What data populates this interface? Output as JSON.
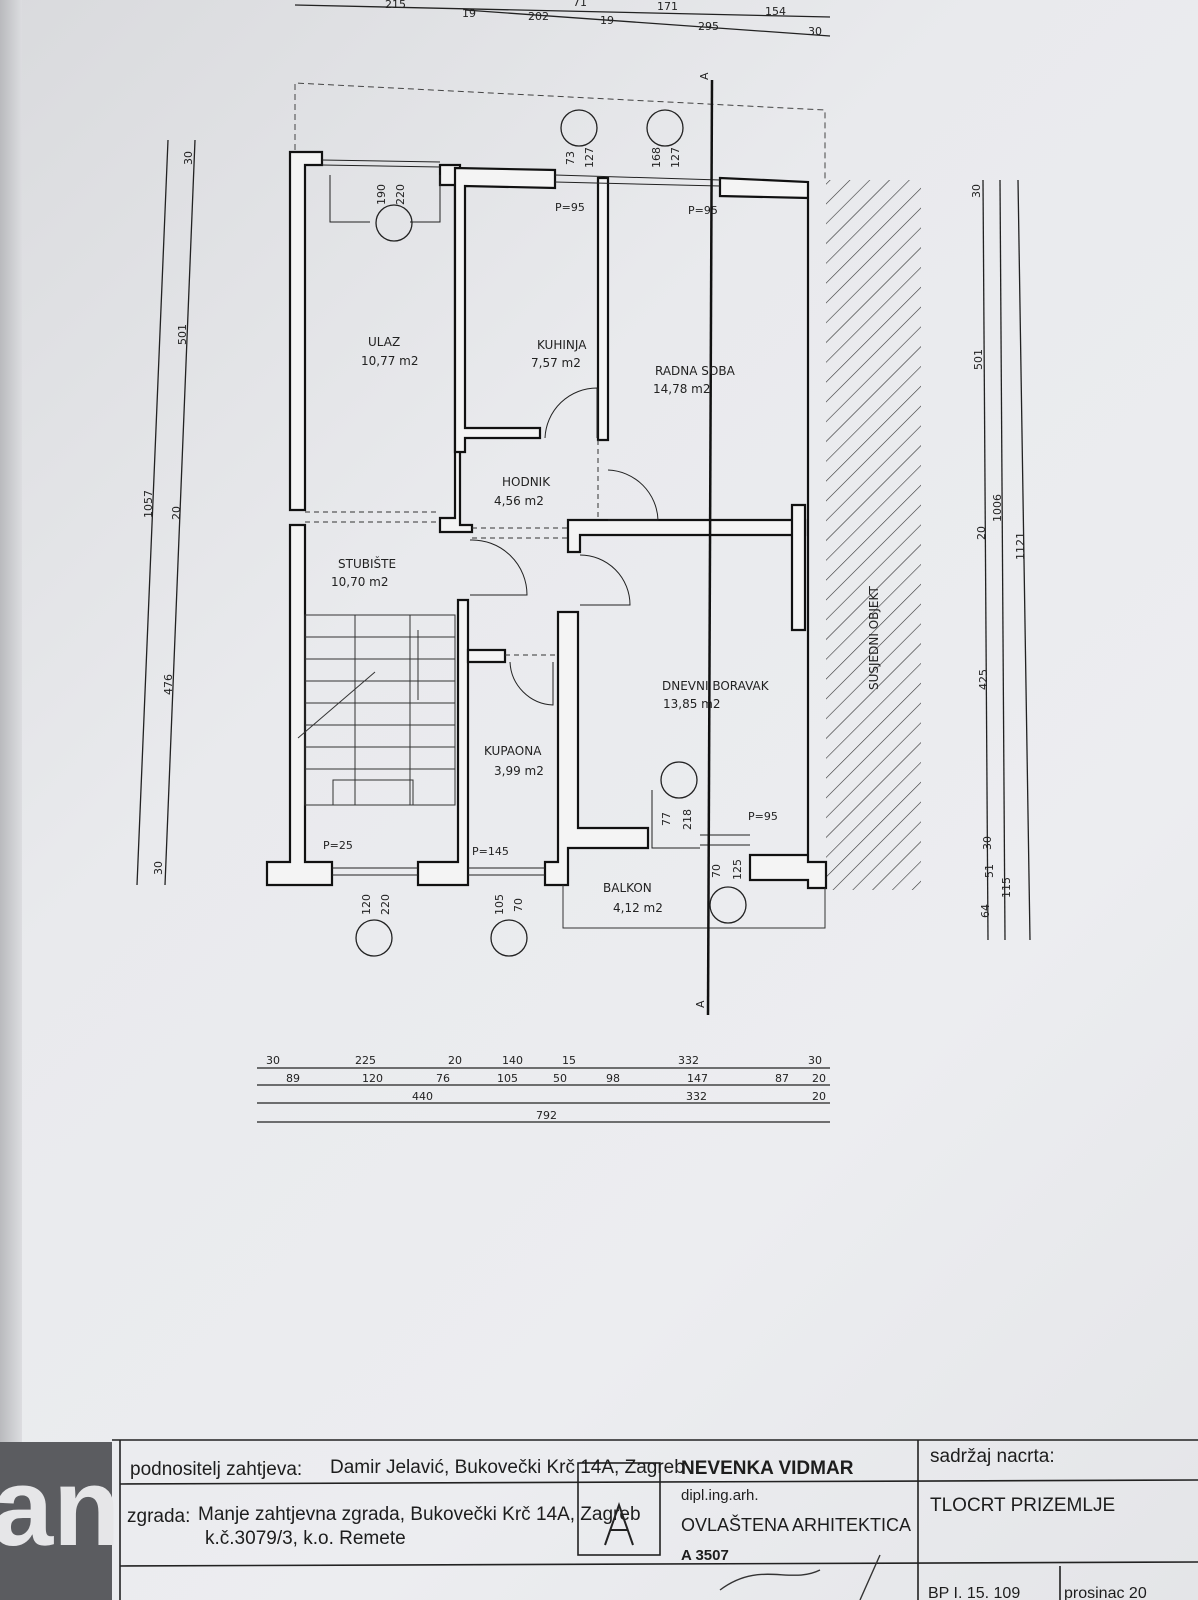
{
  "rooms": [
    {
      "name": "ULAZ",
      "area": "10,77  m2"
    },
    {
      "name": "KUHINJA",
      "area": "7,57  m2"
    },
    {
      "name": "RADNA SOBA",
      "area": "14,78 m2"
    },
    {
      "name": "HODNIK",
      "area": "4,56  m2"
    },
    {
      "name": "STUBIŠTE",
      "area": "10,70  m2"
    },
    {
      "name": "DNEVNI BORAVAK",
      "area": "13,85  m2"
    },
    {
      "name": "KUPAONA",
      "area": "3,99  m2"
    },
    {
      "name": "BALKON",
      "area": "4,12  m2"
    }
  ],
  "neighbor_label": "SUSJEDNI OBJEKT",
  "section_marks": [
    "A",
    "A"
  ],
  "parapets": [
    "P=95",
    "P=95",
    "P=25",
    "P=145",
    "P=95"
  ],
  "openings": [
    {
      "w": "190",
      "h": "220"
    },
    {
      "w": "73",
      "h": "127"
    },
    {
      "w": "168",
      "h": "127"
    },
    {
      "w": "120",
      "h": "220"
    },
    {
      "w": "105",
      "h": "70"
    },
    {
      "w": "77",
      "h": "218"
    },
    {
      "w": "70",
      "h": "125"
    }
  ],
  "top_dims": {
    "row1": [
      "215",
      "71",
      "171",
      "154"
    ],
    "row2": [
      "19",
      "202",
      "19",
      "295",
      "30"
    ]
  },
  "left_dims": [
    "30",
    "501",
    "20",
    "476",
    "30",
    "1057"
  ],
  "right_dims": [
    "30",
    "501",
    "20",
    "425",
    "30",
    "51",
    "64",
    "1006",
    "115",
    "1121"
  ],
  "bottom_dims": {
    "row1": [
      "30",
      "225",
      "20",
      "140",
      "15",
      "332",
      "30"
    ],
    "row2": [
      "89",
      "120",
      "76",
      "105",
      "50",
      "98",
      "147",
      "87",
      "20"
    ],
    "row3": [
      "440",
      "332",
      "20"
    ],
    "row4": [
      "792"
    ]
  },
  "title_block": {
    "logo": "an",
    "applicant_label": "podnositelj zahtjeva:",
    "applicant": "Damir Jelavić, Bukovečki Krč 14A, Zagreb",
    "building_label": "zgrada:",
    "building": "Manje zahtjevna zgrada, Bukovečki Krč 14A, Zagreb",
    "parcel": "k.č.3079/3, k.o. Remete",
    "architect_name": "NEVENKA VIDMAR",
    "architect_degree": "dipl.ing.arh.",
    "architect_title": "OVLAŠTENA ARHITEKTICA",
    "architect_number": "A 3507",
    "content_label": "sadržaj nacrta:",
    "content": "TLOCRT PRIZEMLJE",
    "code": "BP I. 15. 109",
    "date": "prosinac 20"
  }
}
